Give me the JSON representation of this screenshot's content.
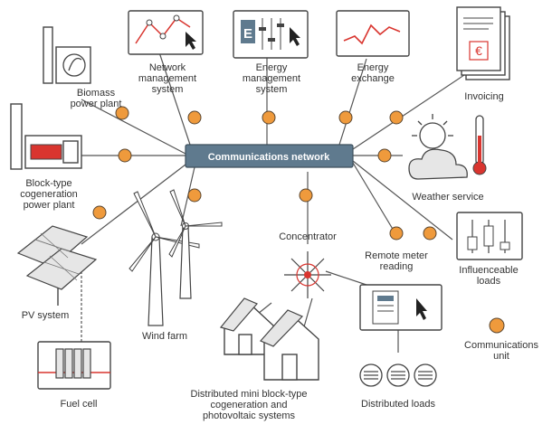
{
  "hub": {
    "label": "Communications network"
  },
  "nodes": {
    "network_management": "Network\nmanagement\nsystem",
    "energy_management": "Energy\nmanagement\nsystem",
    "energy_exchange": "Energy\nexchange",
    "invoicing": "Invoicing",
    "biomass": "Biomass\npower plant",
    "block_cogeneration": "Block-type\ncogeneration\npower plant",
    "weather": "Weather service",
    "pv": "PV system",
    "wind": "Wind farm",
    "concentrator": "Concentrator",
    "remote_meter": "Remote meter\nreading",
    "influenceable": "Influenceable\nloads",
    "comm_unit": "Communications\nunit",
    "fuel_cell": "Fuel cell",
    "distributed_mini": "Distributed mini block-type\ncogeneration and\nphotovoltaic systems",
    "distributed_loads": "Distributed loads"
  },
  "icons": {
    "energy_letter": "E",
    "euro_symbol": "€"
  },
  "colors": {
    "hub_fill": "#5f7a8e",
    "comm_unit": "#ef9a3c",
    "cogeneration_red": "#d9352f",
    "chart_line": "#d9352f"
  }
}
